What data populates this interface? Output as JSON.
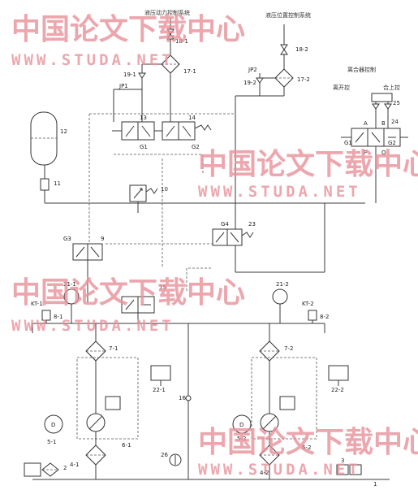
{
  "titles": {
    "t1": "液压动力控制系统",
    "t2": "液压位置控制系统",
    "t3": "离合器控制",
    "t3a": "离开控",
    "t3b": "合上控"
  },
  "watermark": {
    "cn": "中国论文下载中心",
    "url": "WWW.STUDA.NET"
  },
  "labels": {
    "l18_1": "18-1",
    "l17_1": "17-1",
    "l19_1": "19-1",
    "jp1": "JP1",
    "l18_2": "18-2",
    "l17_2": "17-2",
    "l19_2": "19-2",
    "jp2": "JP2",
    "l13": "13",
    "l14": "14",
    "g1": "G1",
    "g2a": "G2",
    "l12": "12",
    "l11": "11",
    "l10": "10",
    "l25": "25",
    "l24": "24",
    "pa": "A",
    "pb": "B",
    "pp": "P",
    "po": "O",
    "g1b": "G1",
    "g2b": "G2",
    "g4": "G4",
    "l23": "23",
    "g3": "G3",
    "l9": "9",
    "l21_1": "21-1",
    "l15": "15",
    "kt1": "KT-1",
    "l8_1": "8-1",
    "l21_2": "21-2",
    "kt2": "KT-2",
    "l8_2": "8-2",
    "l7_1": "7-1",
    "l22_1": "22-1",
    "l7_2": "7-2",
    "l22_2": "22-2",
    "l16": "16",
    "l5_1": "5-1",
    "l6_1": "6-1",
    "l5_2": "5-2",
    "l6_2": "6-2",
    "l4_1": "4-1",
    "l4_2": "4-2",
    "l26": "26",
    "l3": "3",
    "l2": "2",
    "l1": "1"
  }
}
